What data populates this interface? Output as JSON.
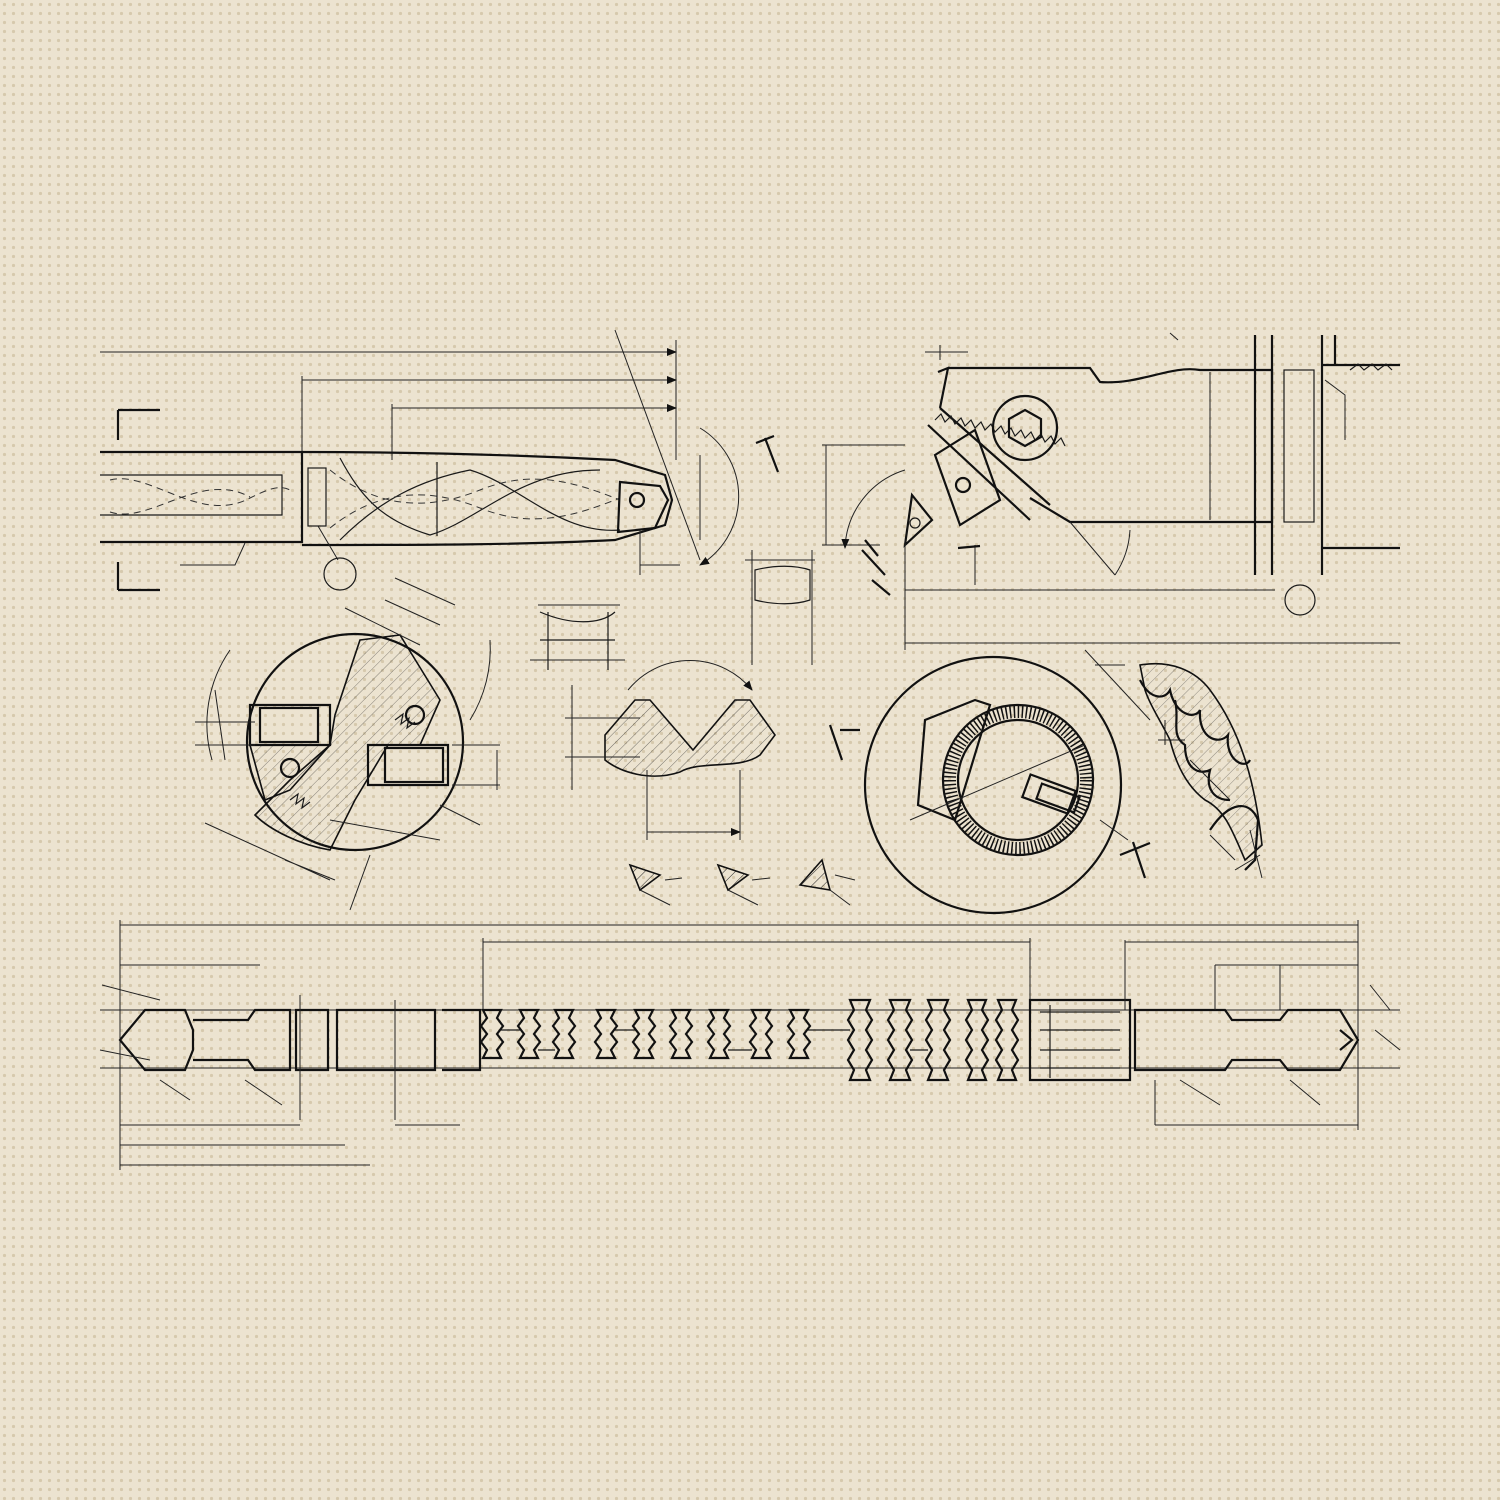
{
  "sheet": {
    "paper_color": "#ece3d0",
    "ink_color": "#1a1a1a",
    "dot_color": "#d6c9ad"
  },
  "drawings": [
    {
      "id": "twist-drill",
      "view": "side"
    },
    {
      "id": "boring-tool-holder",
      "view": "side"
    },
    {
      "id": "drill-end-view",
      "view": "end-section"
    },
    {
      "id": "thread-profile",
      "view": "section"
    },
    {
      "id": "insert-details",
      "count": 4
    },
    {
      "id": "knurl-end-view",
      "view": "end"
    },
    {
      "id": "serrated-profile",
      "view": "partial-section"
    },
    {
      "id": "threaded-shaft",
      "view": "side"
    }
  ]
}
